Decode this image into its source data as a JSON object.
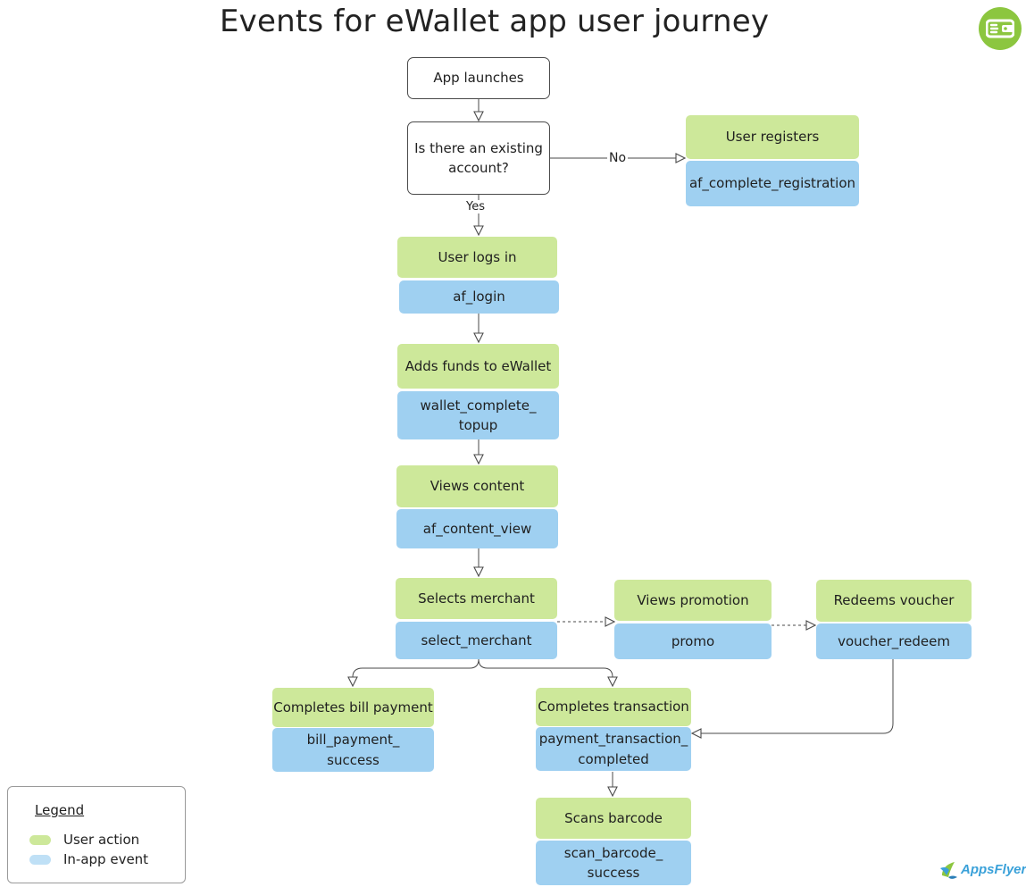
{
  "title": "Events for eWallet app user journey",
  "colors": {
    "user_action": "#cde89a",
    "in_app_event": "#9fd0f1",
    "brand": "#8cc63f"
  },
  "nodes": {
    "app_launches": "App launches",
    "existing_account": "Is there an existing\naccount?",
    "user_registers": "User registers",
    "af_complete_registration": "af_complete_registration",
    "user_logs_in": "User logs in",
    "af_login": "af_login",
    "adds_funds": "Adds funds to eWallet",
    "wallet_complete_topup": "wallet_complete_\ntopup",
    "views_content": "Views content",
    "af_content_view": "af_content_view",
    "selects_merchant": "Selects merchant",
    "select_merchant": "select_merchant",
    "views_promotion": "Views promotion",
    "promo": "promo",
    "redeems_voucher": "Redeems voucher",
    "voucher_redeem": "voucher_redeem",
    "completes_bill_payment": "Completes bill payment",
    "bill_payment_success": "bill_payment_\nsuccess",
    "completes_transaction": "Completes transaction",
    "payment_transaction_completed": "payment_transaction_\ncompleted",
    "scans_barcode": "Scans barcode",
    "scan_barcode_success": "scan_barcode_\nsuccess"
  },
  "edge_labels": {
    "no": "No",
    "yes": "Yes"
  },
  "legend": {
    "title": "Legend",
    "user_action": "User action",
    "in_app_event": "In-app event"
  },
  "logos": {
    "brand_logo": "AppsFlyer",
    "app_icon": "eWallet"
  }
}
